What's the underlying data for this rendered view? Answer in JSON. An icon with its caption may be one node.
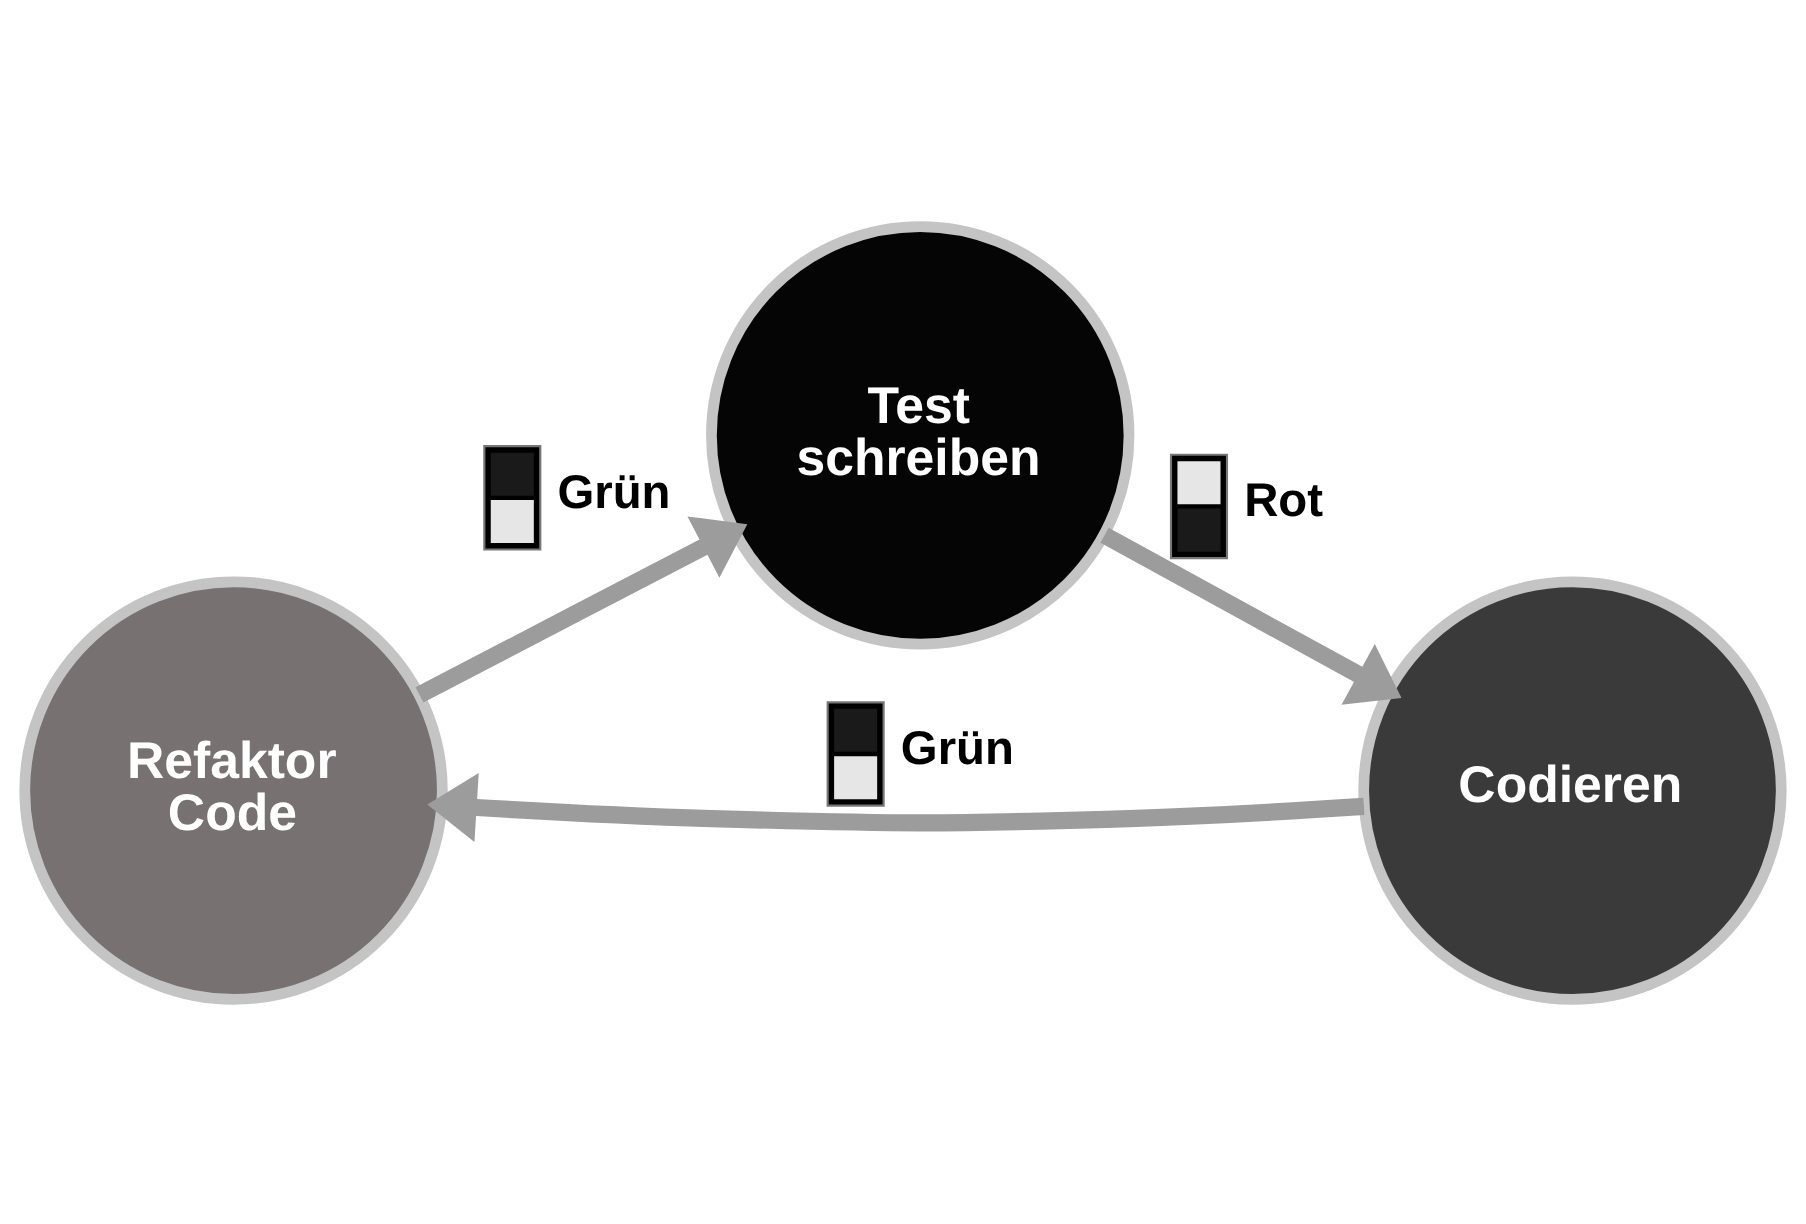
{
  "diagram": {
    "nodes": [
      {
        "text": [
          "Test schreiben"
        ]
      },
      {
        "text": [
          "Codieren"
        ]
      },
      {
        "text": [
          "Refaktor Code"
        ]
      }
    ],
    "edges": [
      {
        "from": 0,
        "to": 1,
        "arrow": "to",
        "label": "Rot"
      },
      {
        "from": 1,
        "to": 2,
        "arrow": "to",
        "label": "Grün"
      },
      {
        "from": 2,
        "to": 0,
        "arrow": "to",
        "label": "Grün"
      }
    ]
  }
}
